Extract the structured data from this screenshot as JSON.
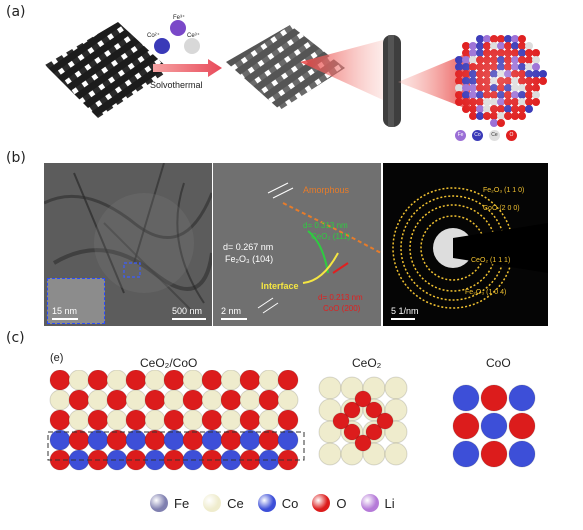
{
  "panels": {
    "a": {
      "label": "(a)",
      "ion_labels": [
        "Co²⁺",
        "Fe³⁺",
        "Ce³⁺"
      ],
      "process": "Solvothermal",
      "legend": [
        {
          "symbol": "Fe",
          "color": "#9b6fd6"
        },
        {
          "symbol": "Co",
          "color": "#3a3ab8"
        },
        {
          "symbol": "Ce",
          "color": "#e0e0e0"
        },
        {
          "symbol": "O",
          "color": "#e02020"
        }
      ]
    },
    "b": {
      "label": "(b)",
      "tem_scale": "500 nm",
      "inset_scale": "15 nm",
      "hrtem_scale": "2 nm",
      "amorphous": "Amorphous",
      "spacing_label": "d= 0.267 nm",
      "spacing_plane": "Fe₂O₃ (104)",
      "interface": "Interface",
      "green_label_1": "d= 0.313 nm",
      "green_label_2": "CeO₂ (111)",
      "red_label_1": "d= 0.213 nm",
      "red_label_2": "CoO (200)",
      "saed_scale": "5 1/nm",
      "rings": [
        "Fe₂O₃ (1 1 0)",
        "CoO (2 0 0)",
        "CeO₂ (1 1 1)",
        "Fe₂O₃ (1 0 4)"
      ]
    },
    "c": {
      "label": "(c)",
      "sub_label": "(e)",
      "model_titles": [
        "CeO₂/CoO",
        "CeO₂",
        "CoO"
      ],
      "legend": [
        {
          "symbol": "Fe",
          "color": "#8080b0"
        },
        {
          "symbol": "Ce",
          "color": "#efeccd"
        },
        {
          "symbol": "Co",
          "color": "#3d4fd8"
        },
        {
          "symbol": "O",
          "color": "#dc1c1c"
        },
        {
          "symbol": "Li",
          "color": "#b57ad8"
        }
      ]
    }
  }
}
